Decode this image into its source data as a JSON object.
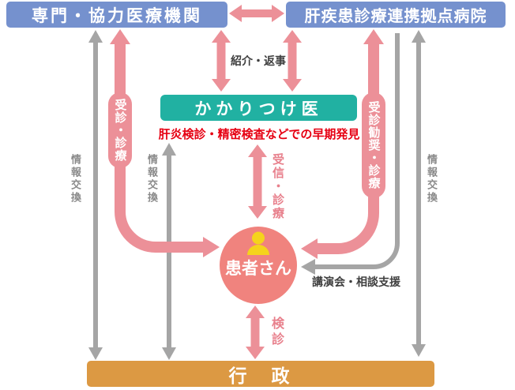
{
  "diagram": {
    "boxes": {
      "specialist": {
        "label": "専門・協力医療機関",
        "color": "#7591ce"
      },
      "hub_hospital": {
        "label": "肝疾患診療連携拠点病院",
        "color": "#7591ce"
      },
      "family_doctor": {
        "label": "かかりつけ医",
        "color": "#21b1a2"
      },
      "government": {
        "label": "行　政",
        "color": "#dc9943"
      }
    },
    "patient": {
      "label": "患者さん",
      "circle_color": "#f0837e",
      "icon": "person-icon",
      "icon_color": "#f5d31c"
    },
    "annotations": {
      "early_detection": {
        "text": "肝炎検診・精密検査などでの早期発見",
        "color": "#e60012"
      },
      "referral_reply": {
        "text": "紹介・返事"
      },
      "consult_treatment_left": {
        "text": "受診・診療"
      },
      "consult_encourage_right": {
        "text": "受診勧奨・診療"
      },
      "receive_treatment_center": {
        "text": "受信・診療"
      },
      "screening": {
        "text": "検診"
      },
      "lecture_support": {
        "text": "講演会・相談支援"
      },
      "info_exchange_left_outer": {
        "text": "情報交換"
      },
      "info_exchange_left_inner": {
        "text": "情報交換"
      },
      "info_exchange_right": {
        "text": "情報交換"
      }
    },
    "colors": {
      "pink_arrow": "#ec9098",
      "gray_arrow": "#a5a5a5",
      "pink_label_text": "#e8818d",
      "gray_label_text": "#8a8a8a",
      "dark_label_text": "#3f3f3f"
    }
  }
}
